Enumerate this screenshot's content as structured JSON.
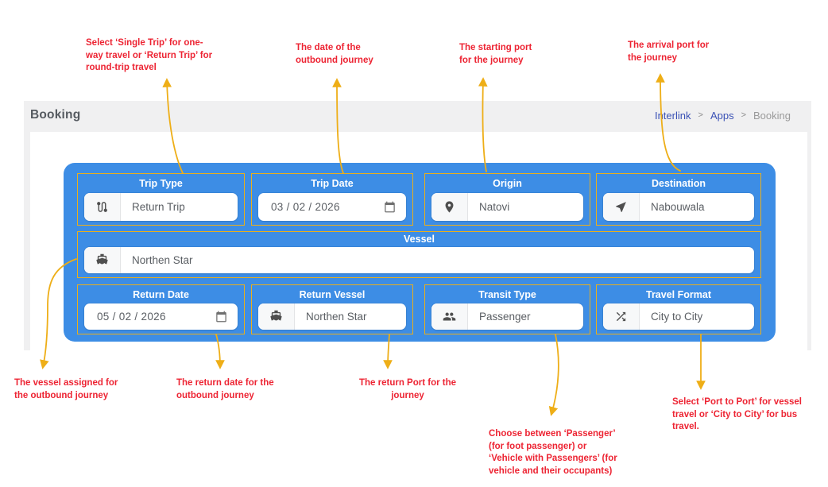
{
  "header": {
    "title": "Booking",
    "breadcrumb": {
      "separator": ">",
      "items": [
        {
          "label": "Interlink"
        },
        {
          "label": "Apps"
        },
        {
          "label": "Booking"
        }
      ]
    }
  },
  "form": {
    "trip_type": {
      "label": "Trip Type",
      "value": "Return Trip",
      "icon": "route-icon"
    },
    "trip_date": {
      "label": "Trip Date",
      "value": "03 / 02 / 2026",
      "icon": "calendar-icon"
    },
    "origin": {
      "label": "Origin",
      "value": "Natovi",
      "icon": "location-pin-icon"
    },
    "destination": {
      "label": "Destination",
      "value": "Nabouwala",
      "icon": "navigation-icon"
    },
    "vessel": {
      "label": "Vessel",
      "value": "Northen Star",
      "icon": "boat-icon"
    },
    "return_date": {
      "label": "Return Date",
      "value": "05 / 02 / 2026",
      "icon": "calendar-icon"
    },
    "return_vessel": {
      "label": "Return Vessel",
      "value": "Northen Star",
      "icon": "boat-icon"
    },
    "transit_type": {
      "label": "Transit Type",
      "value": "Passenger",
      "icon": "passengers-icon"
    },
    "travel_format": {
      "label": "Travel Format",
      "value": "City to City",
      "icon": "shuffle-icon"
    }
  },
  "annotations": {
    "notes": [
      {
        "text": "Select ‘Single Trip’ for one-\nway travel or ‘Return Trip’ for\nround-trip travel"
      },
      {
        "text": "The date of the\noutbound journey"
      },
      {
        "text": "The starting port\nfor the journey"
      },
      {
        "text": "The arrival port for\nthe journey"
      },
      {
        "text": "The vessel assigned for\nthe outbound journey"
      },
      {
        "text": "The return date for the\noutbound journey"
      },
      {
        "text": "The return Port for the\njourney"
      },
      {
        "text": "Choose between ‘Passenger’\n(for foot passenger) or\n‘Vehicle with Passengers’ (for\nvehicle and their occupants)"
      },
      {
        "text": "Select ‘Port to Port’ for vessel\ntravel or ‘City to City’ for bus\ntravel."
      }
    ]
  },
  "colors": {
    "panel_blue": "#3d8de5",
    "annotation_amber": "#eaaf1b",
    "annotation_red": "#ed2433",
    "breadcrumb_blue": "#3a51b5",
    "header_gray": "#f0f0f1"
  }
}
